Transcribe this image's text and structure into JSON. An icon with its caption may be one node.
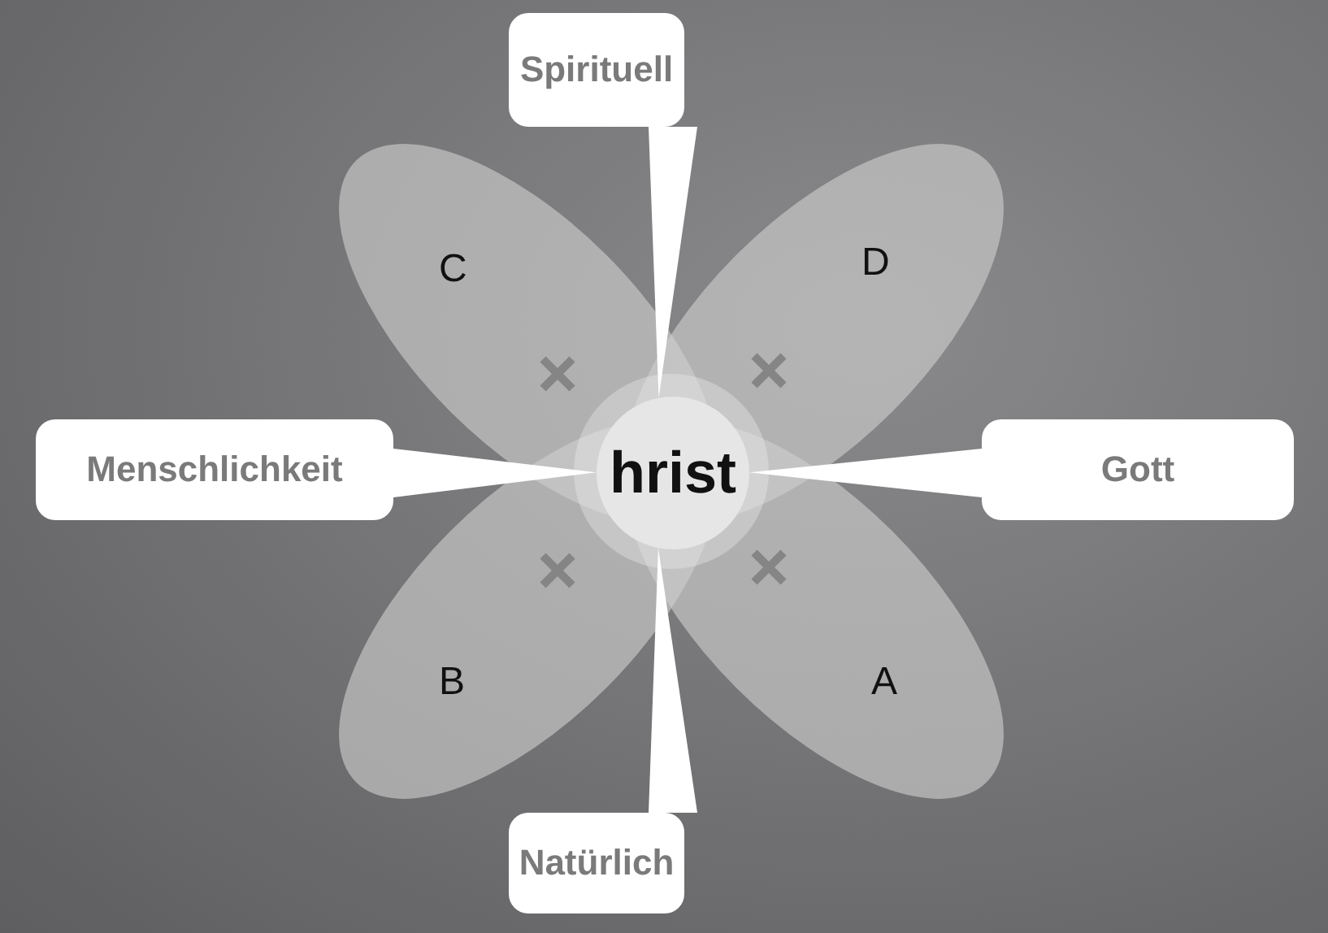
{
  "diagram": {
    "nodes": [
      {
        "text": [
          "Spirituell"
        ]
      },
      {
        "text": [
          "C"
        ]
      },
      {
        "text": [
          "D"
        ]
      },
      {
        "text": [
          "Menschlichkeit"
        ]
      },
      {
        "text": [
          "hrist"
        ]
      },
      {
        "text": [
          "Gott"
        ]
      },
      {
        "text": [
          "B"
        ]
      },
      {
        "text": [
          "A"
        ]
      },
      {
        "text": [
          "Natürlich"
        ]
      }
    ],
    "edges": [
      {
        "from": 0,
        "to": 4,
        "arrow": "none"
      },
      {
        "from": 3,
        "to": 4,
        "arrow": "none"
      },
      {
        "from": 5,
        "to": 4,
        "arrow": "none"
      },
      {
        "from": 8,
        "to": 4,
        "arrow": "none"
      }
    ]
  }
}
